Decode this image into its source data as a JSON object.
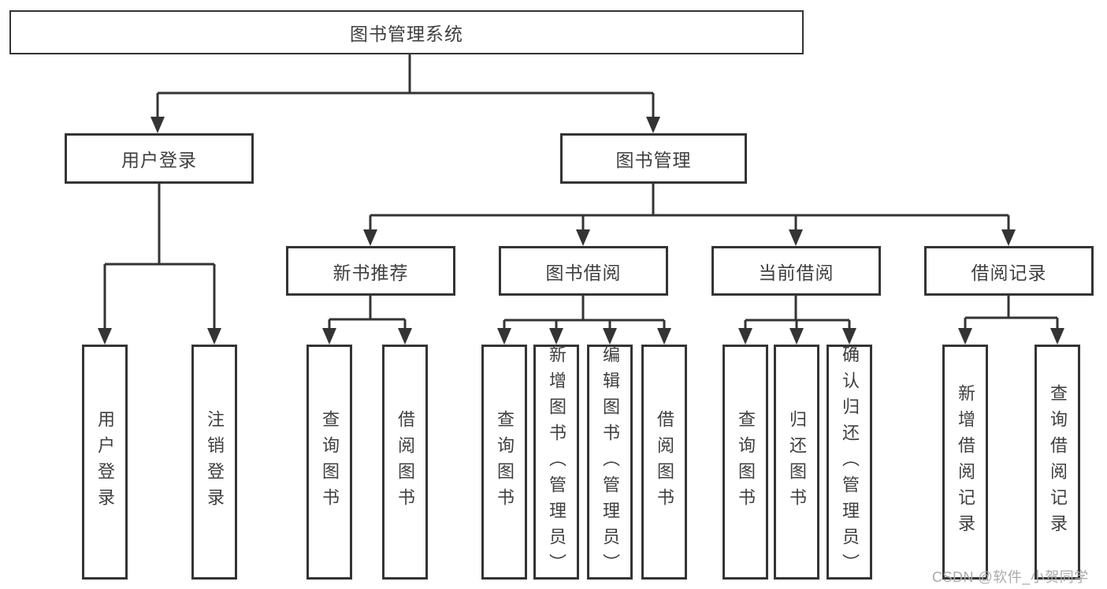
{
  "diagram": {
    "root": {
      "label": "图书管理系统"
    },
    "branches": [
      {
        "label": "用户登录",
        "children": [
          {
            "label": "用户登录"
          },
          {
            "label": "注销登录"
          }
        ]
      },
      {
        "label": "图书管理",
        "children": [
          {
            "label": "新书推荐",
            "children": [
              {
                "label": "查询图书"
              },
              {
                "label": "借阅图书"
              }
            ]
          },
          {
            "label": "图书借阅",
            "children": [
              {
                "label": "查询图书"
              },
              {
                "label": "新增图书（管理员）"
              },
              {
                "label": "编辑图书（管理员）"
              },
              {
                "label": "借阅图书"
              }
            ]
          },
          {
            "label": "当前借阅",
            "children": [
              {
                "label": "查询图书"
              },
              {
                "label": "归还图书"
              },
              {
                "label": "确认归还（管理员）"
              }
            ]
          },
          {
            "label": "借阅记录",
            "children": [
              {
                "label": "新增借阅记录"
              },
              {
                "label": "查询借阅记录"
              }
            ]
          }
        ]
      }
    ]
  },
  "watermark": {
    "text": "CSDN @软件_小贺同学"
  },
  "colors": {
    "line": "#343434",
    "text": "#3f3f3f",
    "watermark": "#ababab",
    "background": "#ffffff"
  }
}
